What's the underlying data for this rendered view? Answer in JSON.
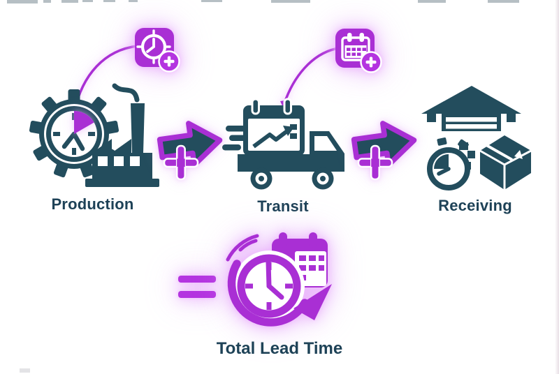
{
  "diagram": {
    "title": "Total Lead Time",
    "stages": [
      {
        "id": "production",
        "label": "Production",
        "icon": "production-gear-clock-factory-icon",
        "badge_icon": "clock-add-badge-icon"
      },
      {
        "id": "transit",
        "label": "Transit",
        "icon": "transit-express-truck-calendar-icon",
        "badge_icon": "calendar-add-badge-icon"
      },
      {
        "id": "receiving",
        "label": "Receiving",
        "icon": "receiving-warehouse-stopwatch-parcel-icon"
      }
    ],
    "operators": {
      "plus": "+",
      "equals": "="
    },
    "result": {
      "label": "Total Lead Time",
      "icon": "total-lead-time-clock-calendar-arrow-icon"
    }
  },
  "colors": {
    "teal": "#234d5d",
    "purple": "#a92fd4",
    "purple-bright": "#b434e0",
    "label-text": "#1e4257"
  }
}
